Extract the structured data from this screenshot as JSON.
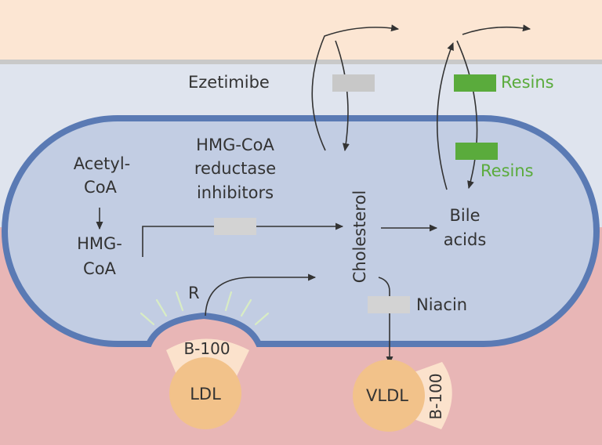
{
  "labels": {
    "ezetimibe": "Ezetimibe",
    "resins_top": "Resins",
    "resins_inner": "Resins",
    "acetyl_1": "Acetyl-",
    "acetyl_2": "CoA",
    "hmg_1": "HMG-",
    "hmg_2": "CoA",
    "statin_1": "HMG-CoA",
    "statin_2": "reductase",
    "statin_3": "inhibitors",
    "cholesterol": "Cholesterol",
    "bile_1": "Bile",
    "bile_2": "acids",
    "niacin": "Niacin",
    "receptor": "R",
    "b100_ldl": "B-100",
    "ldl": "LDL",
    "vldl": "VLDL",
    "b100_vldl": "B-100"
  },
  "colors": {
    "intestine_lumen": "#fce6d3",
    "intestinal_band": "#dfe4ee",
    "blood": "#e8b6b6",
    "cell_fill": "#c2cde3",
    "cell_border": "#5a7ab4",
    "inhibitor_gray": "#d3d3d3",
    "inhibitor_green": "#5aab3c",
    "lipoprotein": "#f2c28a",
    "apoprotein": "#fbe2cc",
    "receptor_rays": "#d8ecc4"
  }
}
